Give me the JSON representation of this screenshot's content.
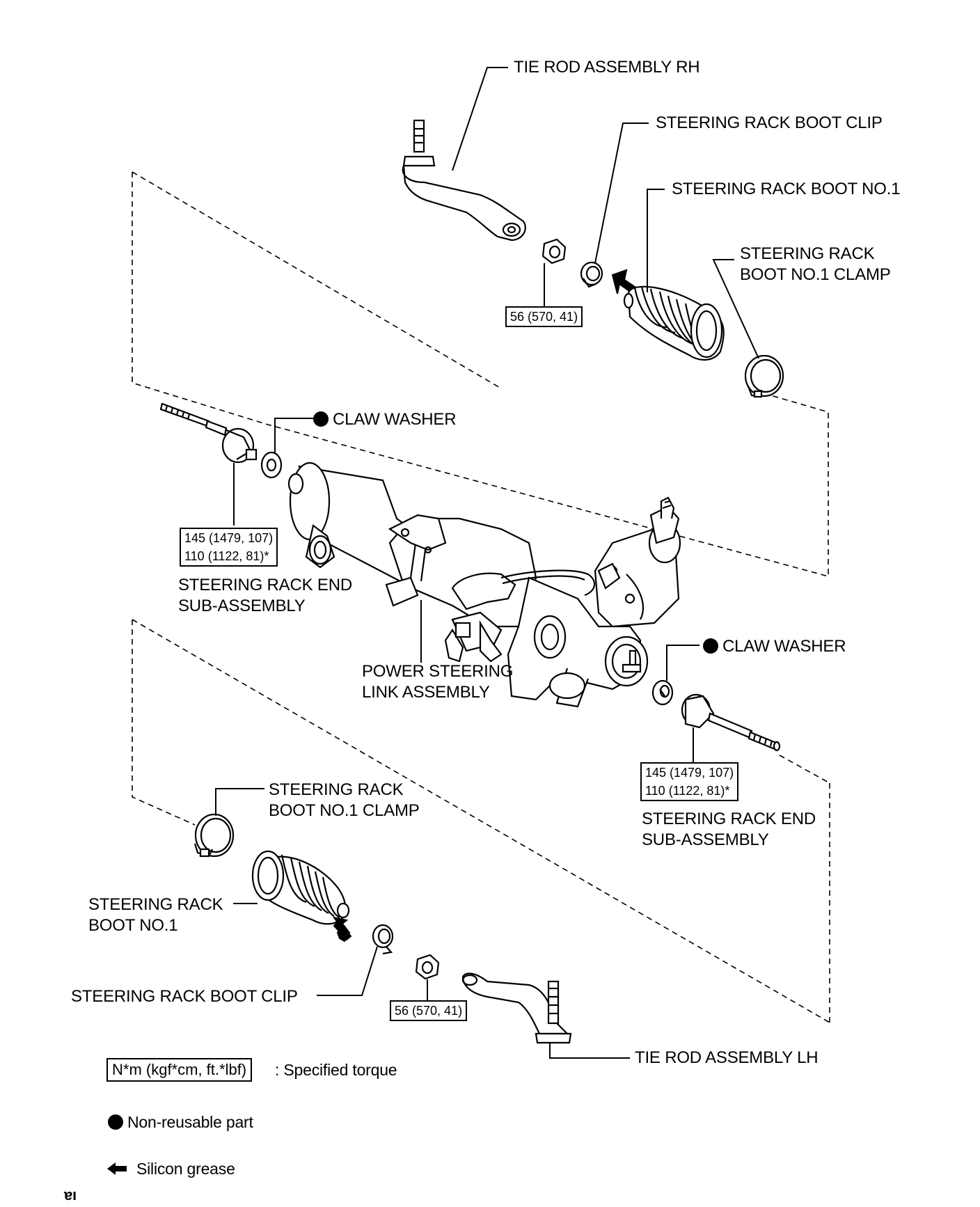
{
  "labels": {
    "tie_rod_rh": "TIE ROD ASSEMBLY RH",
    "boot_clip_top": "STEERING RACK BOOT CLIP",
    "boot_no1_top": "STEERING RACK BOOT NO.1",
    "boot_clamp_top_1": "STEERING RACK",
    "boot_clamp_top_2": "BOOT NO.1 CLAMP",
    "claw_washer_left": "CLAW WASHER",
    "rack_end_left_1": "STEERING RACK END",
    "rack_end_left_2": "SUB-ASSEMBLY",
    "link_assembly_1": "POWER STEERING",
    "link_assembly_2": "LINK ASSEMBLY",
    "claw_washer_right": "CLAW WASHER",
    "rack_end_right_1": "STEERING RACK END",
    "rack_end_right_2": "SUB-ASSEMBLY",
    "boot_clamp_bottom_1": "STEERING RACK",
    "boot_clamp_bottom_2": "BOOT NO.1 CLAMP",
    "boot_no1_bottom_1": "STEERING RACK",
    "boot_no1_bottom_2": "BOOT NO.1",
    "boot_clip_bottom": "STEERING RACK BOOT CLIP",
    "tie_rod_lh": "TIE ROD ASSEMBLY LH"
  },
  "torques": {
    "nut_top": "56 (570, 41)",
    "rack_end_left_line1": "145 (1479, 107)",
    "rack_end_left_line2": "110 (1122, 81)*",
    "rack_end_right_line1": "145 (1479, 107)",
    "rack_end_right_line2": "110 (1122, 81)*",
    "nut_bottom": "56 (570, 41)"
  },
  "legend": {
    "torque_box": "N*m (kgf*cm, ft.*lbf)",
    "torque_text": ": Specified torque",
    "non_reusable": "Non-reusable part",
    "silicon_grease": "Silicon grease"
  },
  "figure_code": "ɐı",
  "icons": {
    "non_reusable": "filled-circle-icon",
    "grease": "arrow-left-icon"
  }
}
